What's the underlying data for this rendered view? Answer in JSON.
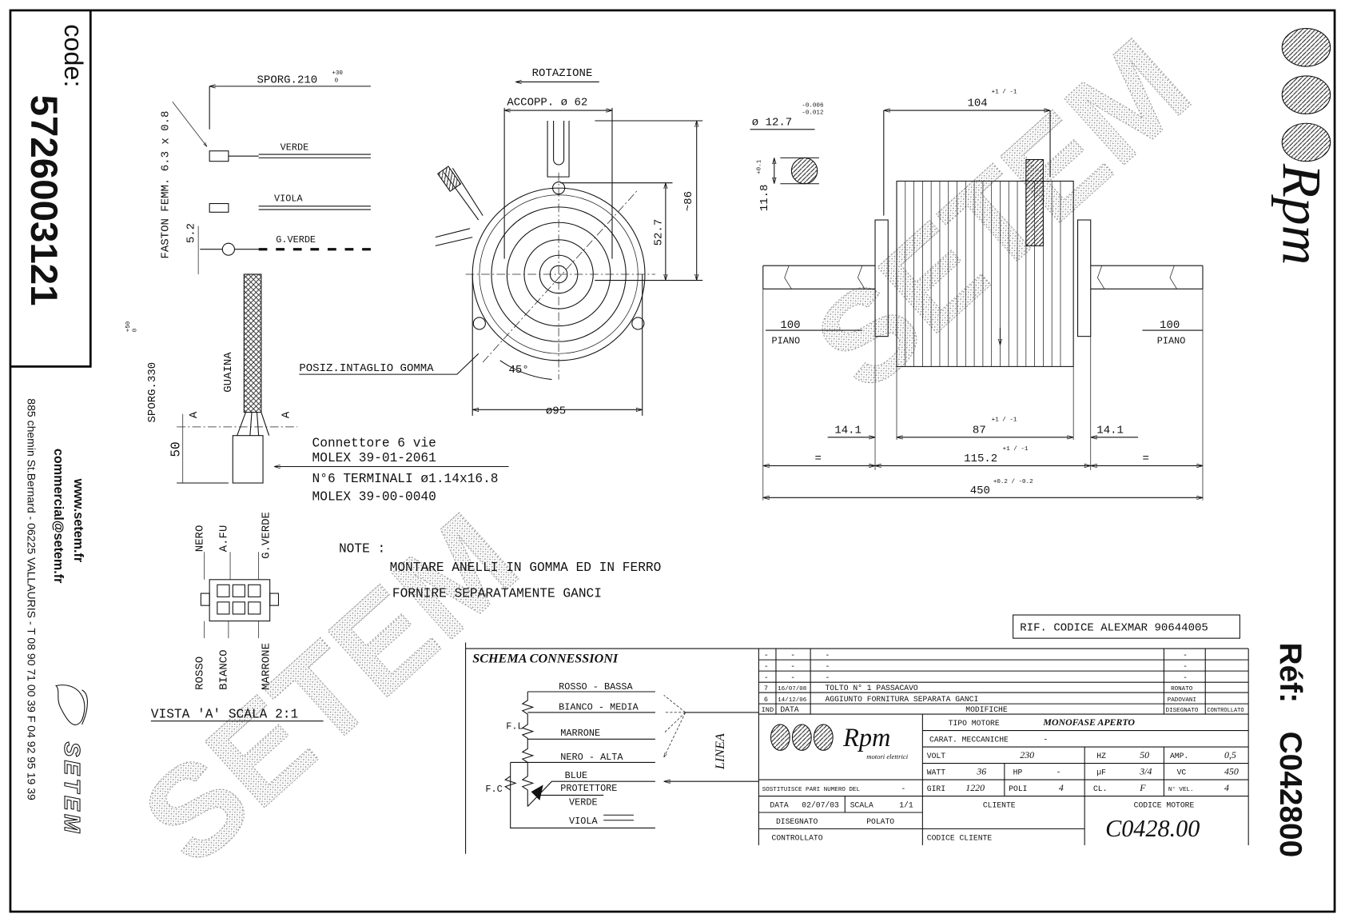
{
  "code_panel": {
    "label": "code:",
    "code": "5726003121"
  },
  "contact": {
    "website": "www.setem.fr",
    "email": "commercial@setem.fr",
    "address": "885 chemin St.Bernard - 06225 VALLAURIS - T 08 90 71 00 39  F 04 92 95 19 39",
    "brand": "SETEM"
  },
  "watermark": "SETEM",
  "right_panel": {
    "logo": "Rpm",
    "ref_label": "Réf:",
    "ref_code": "C042800"
  },
  "wiring": {
    "sporg_210": "SPORG.210",
    "sporg_210_tol_up": "+30",
    "sporg_210_tol_dn": "0",
    "faston": "FASTON FEMM. 6.3 x 0.8",
    "wire_verde": "VERDE",
    "wire_viola": "VIOLA",
    "wire_gverde": "G.VERDE",
    "dim_5_2": "5.2",
    "sporg_330": "SPORG.330",
    "sporg_330_tol_up": "+50",
    "sporg_330_tol_dn": "0",
    "guaina": "GUAINA",
    "dim_50": "50",
    "section_mark": "A",
    "connector_title": "Connettore 6 vie",
    "connector_part": "MOLEX 39-01-2061",
    "terminals": "N°6 TERMINALI ø1.14x16.8",
    "terminals_part": "MOLEX 39-00-0040",
    "pin_top": [
      "NERO",
      "A.FU",
      "G.VERDE"
    ],
    "pin_bottom": [
      "ROSSO",
      "BIANCO",
      "MARRONE"
    ],
    "vista": "VISTA 'A' SCALA 2:1"
  },
  "front_view": {
    "rotation": "ROTAZIONE",
    "coupling": "ACCOPP. ø 62",
    "dim_86": "~86",
    "dim_52_7": "52.7",
    "dim_95": "ø95",
    "angle": "45°",
    "notch": "POSIZ.INTAGLIO GOMMA"
  },
  "side_view": {
    "shaft_dia": "ø 12.7",
    "shaft_tol_up": "-0.006",
    "shaft_tol_dn": "-0.012",
    "flat": "11.8",
    "flat_tol": "+0.1",
    "dim_104": "104",
    "dim_104_tol": "+1 / -1",
    "dim_100": "100",
    "piano": "PIANO",
    "dim_14_1": "14.1",
    "dim_87": "87",
    "dim_87_tol": "+1 / -1",
    "dim_115_2": "115.2",
    "dim_115_tol": "+1 / -1",
    "eq": "=",
    "dim_450": "450",
    "dim_450_tol": "+0.2 / -0.2"
  },
  "notes": {
    "label": "NOTE :",
    "line1": "MONTARE ANELLI IN GOMMA ED IN FERRO",
    "line2": "FORNIRE SEPARATAMENTE GANCI"
  },
  "rif": "RIF. CODICE ALEXMAR 90644005",
  "schema": {
    "title": "SCHEMA CONNESSIONI",
    "wires": [
      "ROSSO - BASSA",
      "BIANCO - MEDIA",
      "MARRONE",
      "NERO - ALTA",
      "BLUE",
      "PROTETTORE",
      "VERDE",
      "VIOLA"
    ],
    "fl": "F.L",
    "fc": "F.C",
    "linea": "LINEA"
  },
  "title_block": {
    "revisions": [
      {
        "ind": "-",
        "date": "-",
        "text": "-",
        "drawn": "-",
        "checked": ""
      },
      {
        "ind": "-",
        "date": "-",
        "text": "-",
        "drawn": "-",
        "checked": ""
      },
      {
        "ind": "-",
        "date": "-",
        "text": "-",
        "drawn": "-",
        "checked": ""
      },
      {
        "ind": "7",
        "date": "16/07/08",
        "text": "TOLTO N° 1 PASSACAVO",
        "drawn": "RONATO",
        "checked": ""
      },
      {
        "ind": "6",
        "date": "14/12/06",
        "text": "AGGIUNTO FORNITURA SEPARATA GANCI",
        "drawn": "PADOVANI",
        "checked": ""
      }
    ],
    "header": {
      "ind": "IND",
      "date": "DATA",
      "text": "MODIFICHE",
      "drawn": "DISEGNATO",
      "checked": "CONTROLLATO"
    },
    "logo": "Rpm",
    "logo_sub": "motori elettrici",
    "tipo_label": "TIPO MOTORE",
    "tipo": "MONOFASE APERTO",
    "carat_label": "CARAT. MECCANICHE",
    "carat": "-",
    "volt_label": "VOLT",
    "volt": "230",
    "hz_label": "HZ",
    "hz": "50",
    "amp_label": "AMP.",
    "amp": "0,5",
    "watt_label": "WATT",
    "watt": "36",
    "hp_label": "HP",
    "hp": "-",
    "uf_label": "µF",
    "uf": "3/4",
    "vc_label": "VC",
    "vc": "450",
    "giri_label": "GIRI",
    "giri": "1220",
    "poli_label": "POLI",
    "poli": "4",
    "cl_label": "CL.",
    "cl": "F",
    "vel_label": "N° VEL.",
    "vel": "4",
    "sost_label": "SOSTITUISCE PARI NUMERO DEL",
    "sost": "-",
    "data_label": "DATA",
    "data": "02/07/03",
    "scala_label": "SCALA",
    "scala": "1/1",
    "disegnato_label": "DISEGNATO",
    "disegnato": "POLATO",
    "controllato_label": "CONTROLLATO",
    "cliente_label": "CLIENTE",
    "codice_cliente_label": "CODICE CLIENTE",
    "codice_motore_label": "CODICE MOTORE",
    "codice_motore": "C0428.00"
  }
}
